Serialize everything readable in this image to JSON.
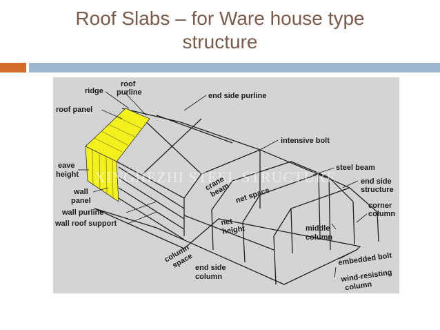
{
  "slide": {
    "title_line1": "Roof Slabs – for Ware house type",
    "title_line2": "structure"
  },
  "diagram": {
    "watermark": "XINGHEZHI STEEL STRUCTURE",
    "labels": {
      "roof_purline": [
        "roof",
        "purline"
      ],
      "ridge": "ridge",
      "roof_panel": "roof panel",
      "end_side_purline": "end side purline",
      "intensive_bolt": "intensive bolt",
      "eave_height": [
        "eave",
        "height"
      ],
      "steel_beam": "steel beam",
      "end_side_structure": [
        "end side",
        "structure"
      ],
      "wall_panel": [
        "wall",
        "panel"
      ],
      "crane_beam": [
        "crane",
        "beam"
      ],
      "net_space": "net space",
      "wall_purline": "wall purline",
      "corner_column": [
        "corner",
        "column"
      ],
      "wall_roof_support": "wall roof support",
      "net_height": [
        "net",
        "height"
      ],
      "middle_column": [
        "middle",
        "column"
      ],
      "column_space": [
        "column",
        "space"
      ],
      "embedded_bolt": "embedded bolt",
      "end_side_column": [
        "end side",
        "column"
      ],
      "wind_resisting_column": [
        "wind-resisting",
        "column"
      ]
    }
  }
}
